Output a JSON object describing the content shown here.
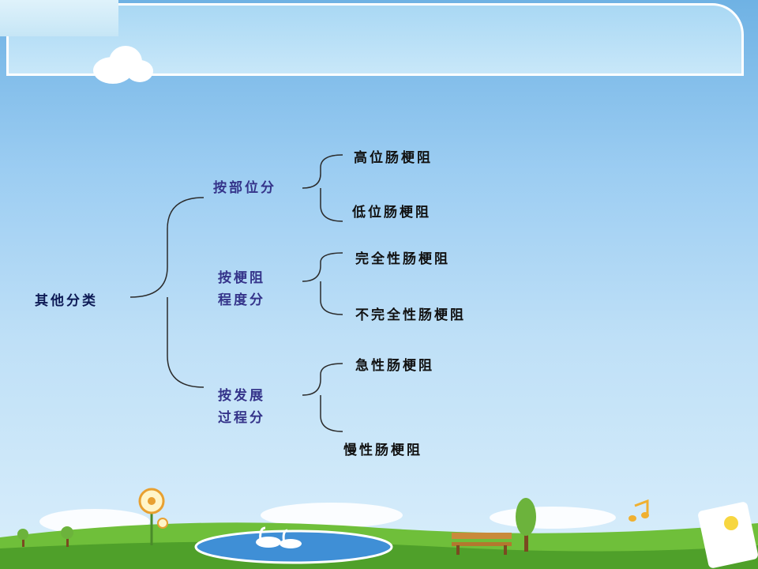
{
  "diagram": {
    "root": "其他分类",
    "groups": [
      {
        "label_lines": [
          "按部位分"
        ],
        "children": [
          "高位肠梗阻",
          "低位肠梗阻"
        ]
      },
      {
        "label_lines": [
          "按梗阻",
          "程度分"
        ],
        "children": [
          "完全性肠梗阻",
          "不完全性肠梗阻"
        ]
      },
      {
        "label_lines": [
          "按发展",
          "过程分"
        ],
        "children": [
          "急性肠梗阻",
          "慢性肠梗阻"
        ]
      }
    ]
  },
  "colors": {
    "root_text": "#0d1a55",
    "mid_text": "#35348a",
    "leaf_text": "#111111",
    "brace": "#2b2b2b"
  }
}
